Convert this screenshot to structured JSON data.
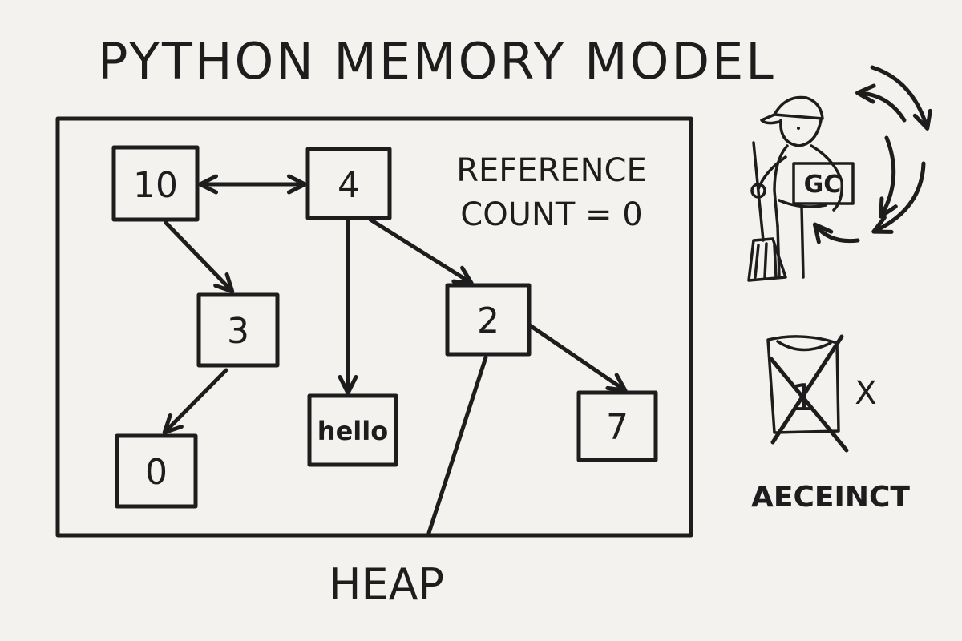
{
  "title": "PYTHON MEMORY MODEL",
  "heap_label": "HEAP",
  "reference_note": {
    "line1": "REFERENCE",
    "line2": "COUNT = 0"
  },
  "nodes": {
    "n10": "10",
    "n4": "4",
    "n3": "3",
    "n0": "0",
    "nhello": "hello",
    "n2": "2",
    "n7": "7"
  },
  "garbage_collector": {
    "badge": "GC",
    "icon": "janitor-with-broom-icon"
  },
  "freed_object": {
    "value": "1",
    "x_mark": "X",
    "caption": "AECEINCT",
    "icon": "crossed-out-bag-icon"
  },
  "colors": {
    "ink": "#1d1d1d",
    "paper": "#f3f2ee"
  }
}
